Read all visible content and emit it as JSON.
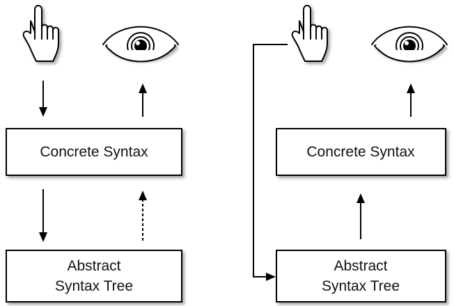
{
  "left_panel": {
    "concrete_label": "Concrete Syntax",
    "ast_label_line1": "Abstract",
    "ast_label_line2": "Syntax Tree",
    "icons": [
      "pointing-hand-icon",
      "eye-icon"
    ]
  },
  "right_panel": {
    "concrete_label": "Concrete Syntax",
    "ast_label_line1": "Abstract",
    "ast_label_line2": "Syntax Tree",
    "icons": [
      "pointing-hand-icon",
      "eye-icon"
    ]
  }
}
